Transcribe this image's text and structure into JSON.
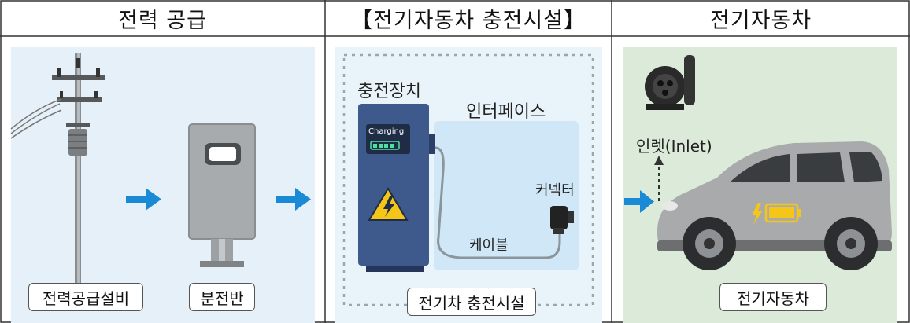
{
  "headers": {
    "power_supply": "전력 공급",
    "charging_facility": "【전기자동차 충전시설】",
    "electric_vehicle": "전기자동차"
  },
  "power": {
    "equipment_label": "전력공급설비",
    "distribution_label": "분전반"
  },
  "facility": {
    "charger_title": "충전장치",
    "interface_title": "인터페이스",
    "screen_text": "Charging",
    "connector_label": "커넥터",
    "cable_label": "케이블",
    "bottom_label": "전기차 충전시설"
  },
  "vehicle": {
    "inlet_label": "인렛(Inlet)",
    "bottom_label": "전기자동차"
  },
  "colors": {
    "arrow_blue": "#1b8ad6",
    "panel_bg_light": "#e5f0f8",
    "ev_bg": "#dcebd9",
    "charger_body": "#3e5a8c",
    "battery_yellow": "#f5c518"
  },
  "icons": [
    "power-pole-icon",
    "distribution-box-icon",
    "arrow-right-icon",
    "charger-icon",
    "warning-icon",
    "connector-plug-icon",
    "inlet-socket-icon",
    "car-icon",
    "battery-icon",
    "lightning-icon"
  ]
}
